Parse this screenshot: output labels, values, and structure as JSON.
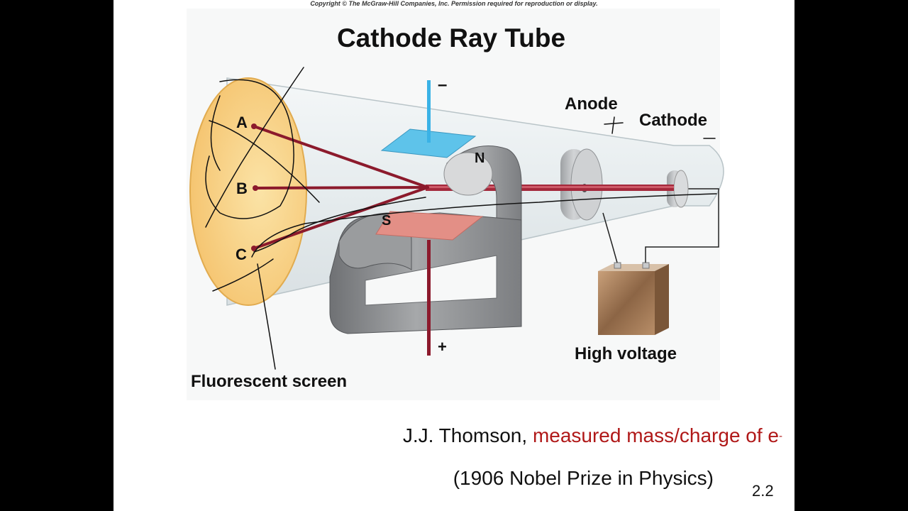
{
  "copyright": "Copyright © The McGraw-Hill Companies, Inc. Permission required for reproduction or display.",
  "title": "Cathode Ray Tube",
  "labels": {
    "a": "A",
    "b": "B",
    "c": "C",
    "n": "N",
    "s": "S",
    "minus": "–",
    "plus": "+",
    "anode": "Anode",
    "cathode": "Cathode",
    "high_voltage": "High voltage",
    "fluorescent_screen": "Fluorescent screen"
  },
  "caption": {
    "name": "J.J. Thomson,",
    "highlight": "measured mass/charge of e",
    "superscript": "-",
    "nobel": "(1906 Nobel Prize in Physics)"
  },
  "slide_number": "2.2",
  "colors": {
    "beam": "#8c1a2c",
    "screen": "#f8cf7f",
    "negative_plate": "#5ec3ea",
    "positive_plate": "#e38f86",
    "magnet": "#8d8f91",
    "battery": "#a77e5b",
    "highlight_text": "#b01818"
  }
}
